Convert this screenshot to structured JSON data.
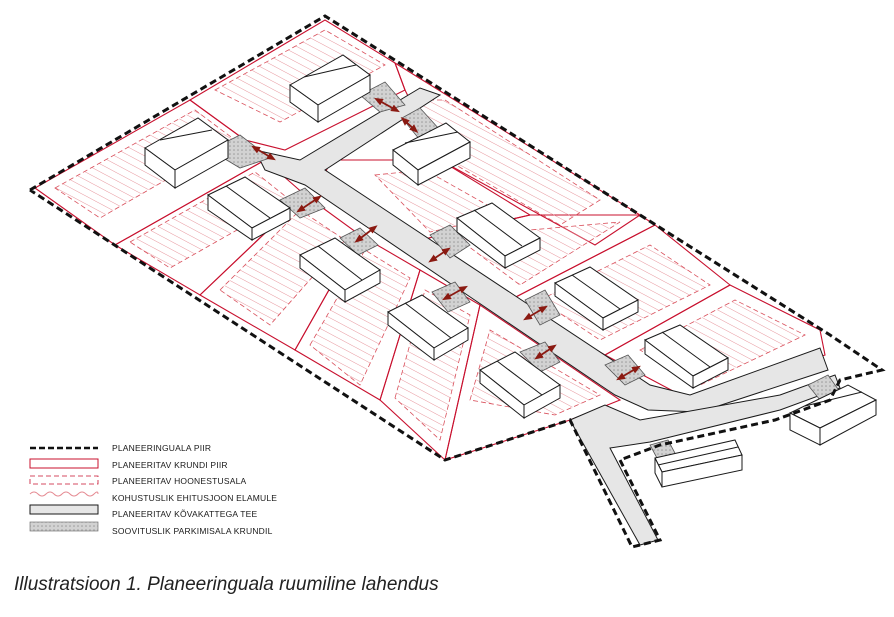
{
  "legend": {
    "items": [
      {
        "key": "boundary",
        "label": "PLANEERINGUALA PIIR"
      },
      {
        "key": "plot",
        "label": "PLANEERITAV KRUNDI PIIR"
      },
      {
        "key": "building_area",
        "label": "PLANEERITAV HOONESTUSALA"
      },
      {
        "key": "building_line",
        "label": "KOHUSTUSLIK EHITUSJOON ELAMULE"
      },
      {
        "key": "road",
        "label": "PLANEERITAV KÕVAKATTEGA TEE"
      },
      {
        "key": "parking",
        "label": "SOOVITUSLIK PARKIMISALA KRUNDIL"
      }
    ]
  },
  "caption": "Illustratsioon 1. Planeeringuala ruumiline lahendus",
  "colors": {
    "boundary": "#111111",
    "plot_line": "#c8102e",
    "hatch": "#e0707a",
    "road_fill": "#e6e6e6",
    "parking_fill": "#cfcfcf",
    "arrow": "#8b1a12"
  }
}
